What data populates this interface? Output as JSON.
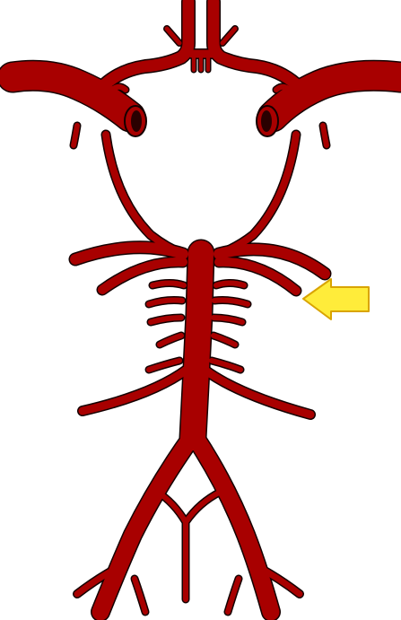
{
  "diagram": {
    "colors": {
      "vessel": "#a80000",
      "vessel_outline": "#140000",
      "vessel_lumen": "#2a0000",
      "arrow_fill": "#ffec3a",
      "arrow_outline": "#d9a400",
      "background": "#ffffff"
    },
    "icons": {
      "pointer": "arrow-left-icon"
    },
    "vessels": [
      {
        "name": "anterior-communicating-artery"
      },
      {
        "name": "left-anterior-cerebral-artery"
      },
      {
        "name": "right-anterior-cerebral-artery"
      },
      {
        "name": "left-internal-carotid-artery"
      },
      {
        "name": "right-internal-carotid-artery"
      },
      {
        "name": "left-middle-cerebral-artery"
      },
      {
        "name": "right-middle-cerebral-artery"
      },
      {
        "name": "left-posterior-communicating-artery"
      },
      {
        "name": "right-posterior-communicating-artery"
      },
      {
        "name": "left-posterior-cerebral-artery"
      },
      {
        "name": "right-posterior-cerebral-artery"
      },
      {
        "name": "left-superior-cerebellar-artery"
      },
      {
        "name": "right-superior-cerebellar-artery"
      },
      {
        "name": "basilar-artery"
      },
      {
        "name": "pontine-branches"
      },
      {
        "name": "left-anterior-inferior-cerebellar-artery"
      },
      {
        "name": "right-anterior-inferior-cerebellar-artery"
      },
      {
        "name": "left-vertebral-artery"
      },
      {
        "name": "right-vertebral-artery"
      },
      {
        "name": "anterior-spinal-artery"
      },
      {
        "name": "left-posterior-inferior-cerebellar-artery"
      },
      {
        "name": "right-posterior-inferior-cerebellar-artery"
      }
    ]
  }
}
